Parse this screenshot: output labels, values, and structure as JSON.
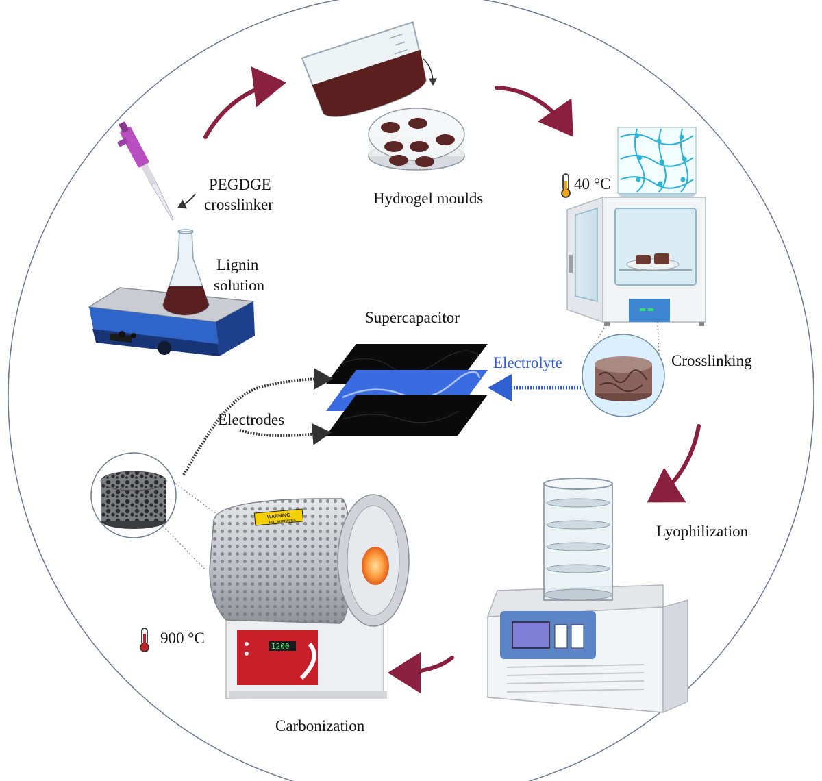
{
  "labels": {
    "pegdge_line1": "PEGDGE",
    "pegdge_line2": "crosslinker",
    "lignin_line1": "Lignin",
    "lignin_line2": "solution",
    "hydrogel_moulds": "Hydrogel moulds",
    "temp_crosslink": "40 °C",
    "crosslinking": "Crosslinking",
    "supercapacitor": "Supercapacitor",
    "electrolyte": "Electrolyte",
    "electrodes": "Electrodes",
    "lyophilization": "Lyophilization",
    "carbonization": "Carbonization",
    "temp_carbon": "900 °C",
    "warning_title": "WARNING",
    "warning_sub": "HOT SURFACES",
    "furnace_display": "1200"
  },
  "colors": {
    "arrow": "#8a2040",
    "circle": "#6a7690",
    "electrolyte": "#2f5fd0",
    "hotplate": "#2f64c8",
    "solution": "#5a1f1f",
    "furnace_red": "#c8202a",
    "network": "#2bb3d4"
  }
}
